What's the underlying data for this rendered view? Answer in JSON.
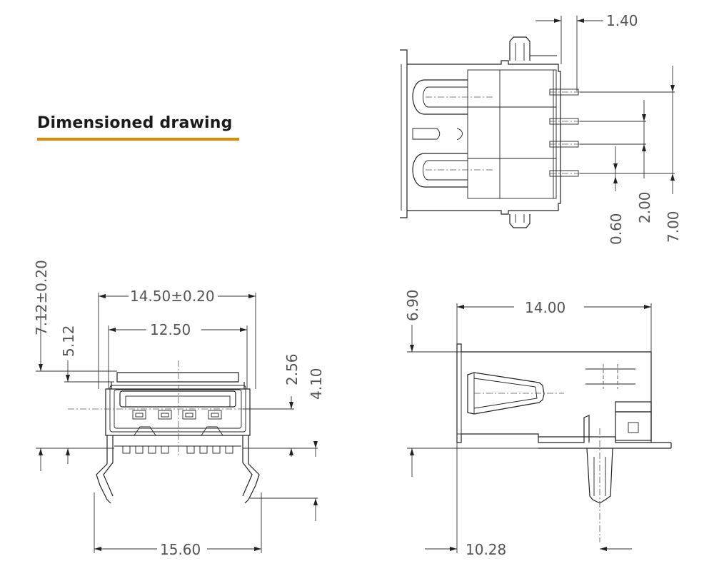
{
  "heading": "Dimensioned drawing",
  "accent_color": "#e08a00",
  "dimensions": {
    "top_pin_pitch_offset": "1.40",
    "top_pin_width": "0.60",
    "top_pin_pitch": "2.00",
    "top_outer_span": "7.00",
    "front_overall_width": "14.50±0.20",
    "front_inner_width": "12.50",
    "front_total_height": "7.12±0.20",
    "front_upper_height": "5.12",
    "front_tongue_height": "2.56",
    "front_body_height": "4.10",
    "front_leg_span": "15.60",
    "side_length": "14.00",
    "side_height": "6.90",
    "side_pin_depth": "10.28"
  }
}
